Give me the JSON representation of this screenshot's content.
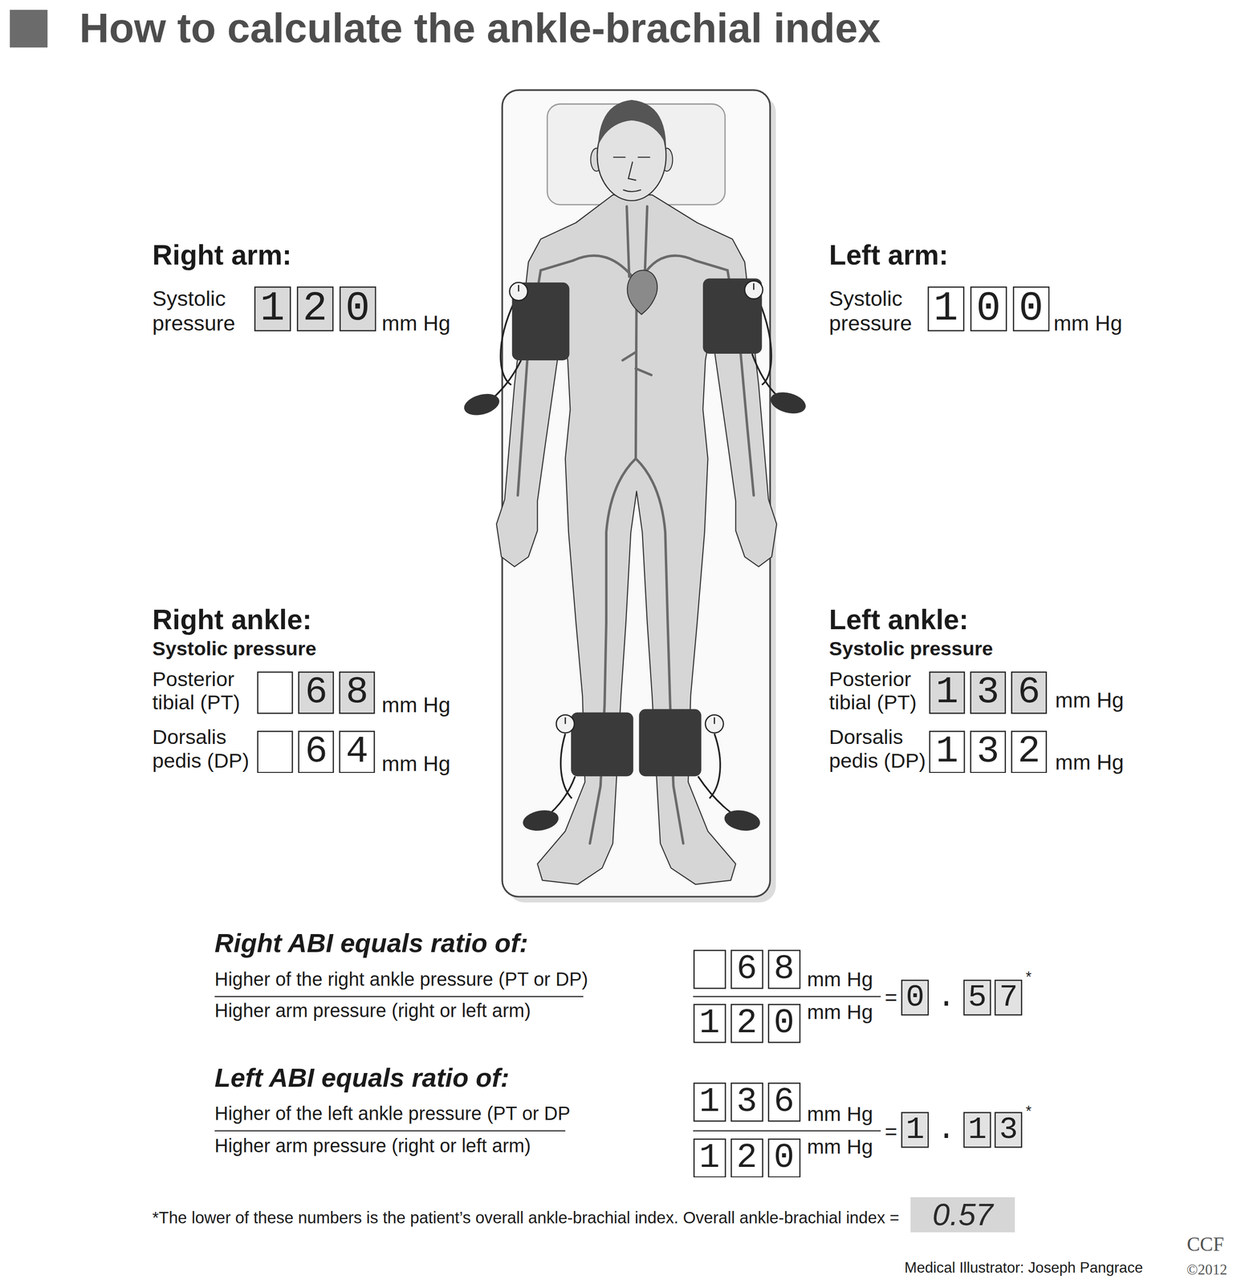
{
  "diagram": {
    "title": "How to calculate the ankle-brachial index",
    "nodes": [
      {
        "text": [
          "120"
        ]
      },
      {
        "text": [
          "100"
        ]
      },
      {
        "text": [
          "68"
        ]
      },
      {
        "text": [
          "136"
        ]
      },
      {
        "text": [
          "64"
        ]
      },
      {
        "text": [
          "132"
        ]
      },
      {
        "text": [
          "68"
        ]
      },
      {
        "text": [
          "120"
        ]
      },
      {
        "text": [
          "0.57"
        ]
      },
      {
        "text": [
          "136"
        ]
      },
      {
        "text": [
          "120"
        ]
      },
      {
        "text": [
          "1.13"
        ]
      },
      {
        "text": [
          "0.57"
        ]
      }
    ],
    "labels": [
      "Right arm:",
      "Systolic pressure",
      "mm Hg",
      "Left arm:",
      "Systolic pressure",
      "mm Hg",
      "Right ankle:",
      "Systolic pressure",
      "Posterior tibial (PT)",
      "mm Hg",
      "Dorsalis pedis (DP)",
      "mm Hg",
      "Left ankle:",
      "Systolic pressure",
      "Posterior tibial (PT)",
      "mm Hg",
      "Dorsalis pedis (DP)",
      "mm Hg",
      "Right ABI equals ratio of:",
      "Higher of the right ankle pressure (PT or DP)",
      "Higher arm pressure (right or left arm)",
      "mm Hg",
      "mm Hg",
      "=",
      "*",
      "Left ABI equals ratio of:",
      "Higher of the left ankle pressure (PT or DP",
      "Higher arm pressure (right or left arm)",
      "mm Hg",
      "mm Hg",
      "=",
      "*",
      "*The lower of these numbers is the patient’s overall ankle-brachial index. Overall ankle-brachial index =",
      "Medical Illustrator: Joseph Pangrace",
      "CCF",
      "©2012"
    ]
  }
}
